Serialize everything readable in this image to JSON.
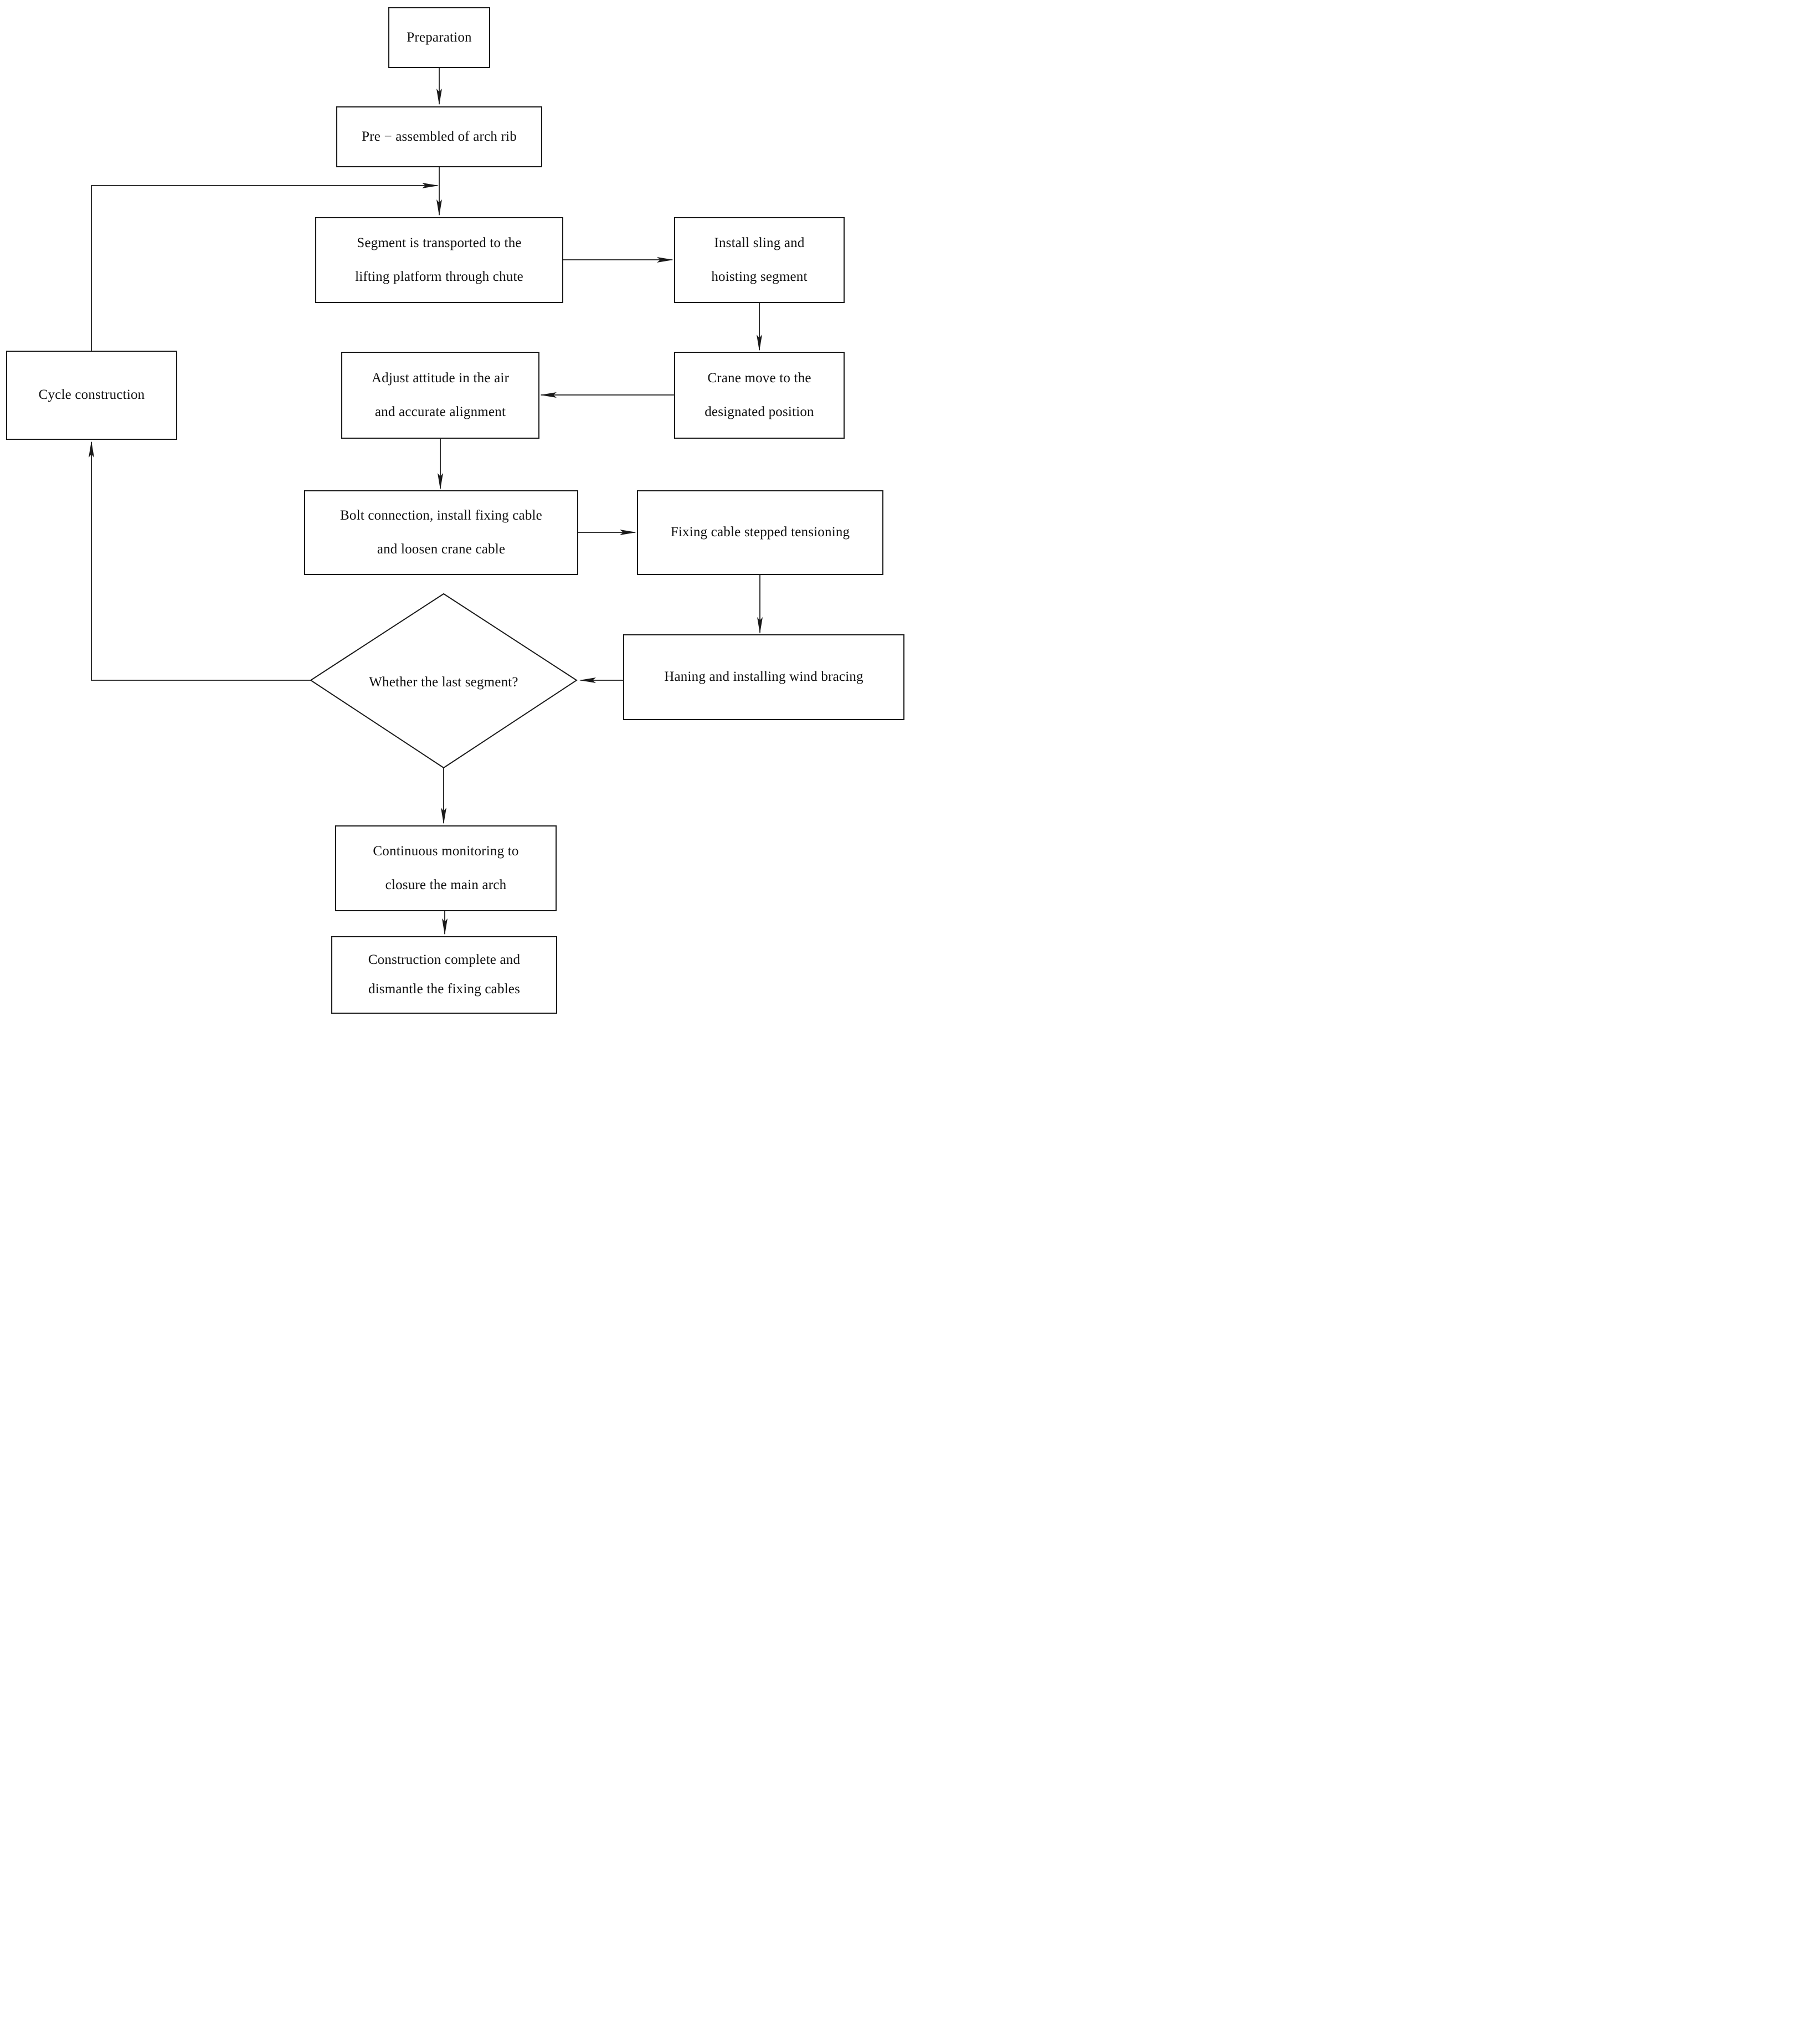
{
  "flowchart": {
    "colors": {
      "line": "#1a1a1a",
      "background": "#ffffff",
      "text": "#111111"
    },
    "nodes": {
      "preparation": {
        "lines": [
          "Preparation"
        ]
      },
      "pre_assembled": {
        "lines": [
          "Pre − assembled of arch rib"
        ]
      },
      "segment_transport": {
        "lines": [
          "Segment is transported to the",
          "lifting platform through chute"
        ]
      },
      "install_sling": {
        "lines": [
          "Install sling and",
          "hoisting segment"
        ]
      },
      "crane_move": {
        "lines": [
          "Crane move to the",
          "designated position"
        ]
      },
      "adjust_attitude": {
        "lines": [
          "Adjust attitude in the air",
          "and accurate alignment"
        ]
      },
      "cycle_construction": {
        "lines": [
          "Cycle construction"
        ]
      },
      "bolt_connection": {
        "lines": [
          "Bolt connection, install fixing cable",
          "and loosen crane cable"
        ]
      },
      "fixing_cable": {
        "lines": [
          "Fixing cable stepped tensioning"
        ]
      },
      "haning_wind_bracing": {
        "lines": [
          "Haning and installing wind bracing"
        ]
      },
      "last_segment_decision": {
        "lines": [
          "Whether the last segment?"
        ]
      },
      "continuous_monitoring": {
        "lines": [
          "Continuous monitoring to",
          "closure the main arch"
        ]
      },
      "construction_complete": {
        "lines": [
          "Construction complete and",
          "dismantle the fixing cables"
        ]
      }
    }
  }
}
